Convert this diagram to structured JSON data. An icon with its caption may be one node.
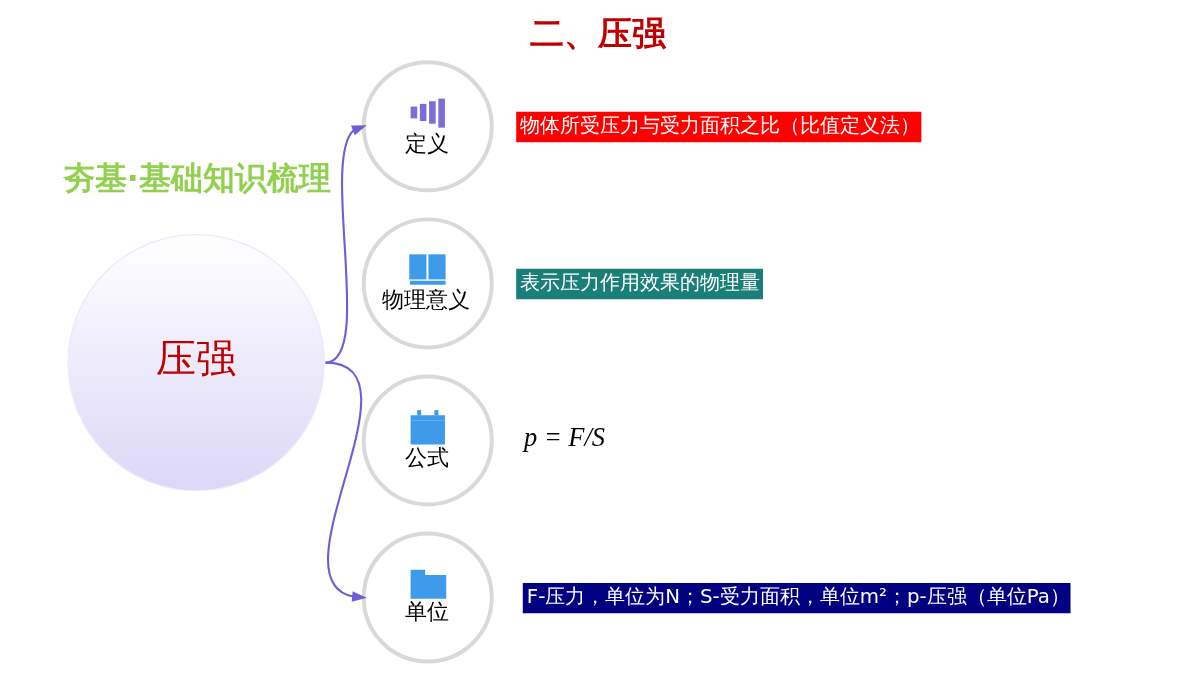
{
  "diagram": {
    "title": "二、压强",
    "nodes": [
      {
        "text": [
          "压强"
        ]
      },
      {
        "text": [
          "定义"
        ]
      },
      {
        "text": [
          "物体所受压力与受力面积之比（比值定义法）"
        ]
      },
      {
        "text": [
          "物理意义"
        ]
      },
      {
        "text": [
          "表示压力作用效果的物理量"
        ]
      },
      {
        "text": [
          "公式"
        ],
        "beside": [
          "p = F/S"
        ]
      },
      {
        "text": [
          "单位"
        ]
      },
      {
        "text": [
          "F-压力，单位为N；S-受力面积，单位m²；p-压强（单位Pa）"
        ]
      }
    ],
    "edges": [
      {
        "from": 0,
        "to": 1,
        "arrow": "to"
      },
      {
        "from": 0,
        "to": 6,
        "arrow": "to"
      }
    ],
    "labels": [
      "夯基·基础知识梳理"
    ]
  }
}
